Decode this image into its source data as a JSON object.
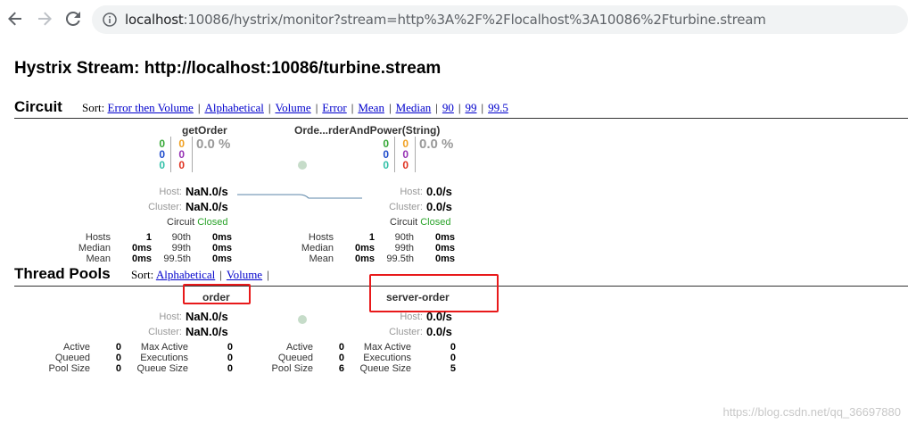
{
  "browser": {
    "url_host": "localhost",
    "url_rest": ":10086/hystrix/monitor?stream=http%3A%2F%2Flocalhost%3A10086%2Fturbine.stream"
  },
  "page_title": "Hystrix Stream: http://localhost:10086/turbine.stream",
  "circuit": {
    "title": "Circuit",
    "sort_label": "Sort:",
    "sort_links": [
      "Error then Volume",
      "Alphabetical",
      "Volume",
      "Error",
      "Mean",
      "Median",
      "90",
      "99",
      "99.5"
    ],
    "monitors": [
      {
        "name": "getOrder",
        "success": "0",
        "short_circuited": "0",
        "bad_request": "0",
        "timeout": "0",
        "rejected": "0",
        "failure": "0",
        "error_pct": "0.0 %",
        "host_label": "Host:",
        "host_rate": "NaN.0/s",
        "cluster_label": "Cluster:",
        "cluster_rate": "NaN.0/s",
        "circuit_label": "Circuit",
        "circuit_status": "Closed",
        "hosts_label": "Hosts",
        "hosts": "1",
        "median_label": "Median",
        "median": "0ms",
        "mean_label": "Mean",
        "mean": "0ms",
        "p90_label": "90th",
        "p90": "0ms",
        "p99_label": "99th",
        "p99": "0ms",
        "p995_label": "99.5th",
        "p995": "0ms"
      },
      {
        "name": "Orde...rderAndPower(String)",
        "success": "0",
        "short_circuited": "0",
        "bad_request": "0",
        "timeout": "0",
        "rejected": "0",
        "failure": "0",
        "error_pct": "0.0 %",
        "host_label": "Host:",
        "host_rate": "0.0/s",
        "cluster_label": "Cluster:",
        "cluster_rate": "0.0/s",
        "circuit_label": "Circuit",
        "circuit_status": "Closed",
        "hosts_label": "Hosts",
        "hosts": "1",
        "median_label": "Median",
        "median": "0ms",
        "mean_label": "Mean",
        "mean": "0ms",
        "p90_label": "90th",
        "p90": "0ms",
        "p99_label": "99th",
        "p99": "0ms",
        "p995_label": "99.5th",
        "p995": "0ms"
      }
    ]
  },
  "thread_pools": {
    "title": "Thread Pools",
    "sort_label": "Sort:",
    "sort_links": [
      "Alphabetical",
      "Volume"
    ],
    "pools": [
      {
        "name": "order",
        "host_label": "Host:",
        "host_rate": "NaN.0/s",
        "cluster_label": "Cluster:",
        "cluster_rate": "NaN.0/s",
        "active_label": "Active",
        "active": "0",
        "queued_label": "Queued",
        "queued": "0",
        "pool_size_label": "Pool Size",
        "pool_size": "0",
        "max_active_label": "Max Active",
        "max_active": "0",
        "executions_label": "Executions",
        "executions": "0",
        "queue_size_label": "Queue Size",
        "queue_size": "0"
      },
      {
        "name": "server-order",
        "host_label": "Host:",
        "host_rate": "0.0/s",
        "cluster_label": "Cluster:",
        "cluster_rate": "0.0/s",
        "active_label": "Active",
        "active": "0",
        "queued_label": "Queued",
        "queued": "0",
        "pool_size_label": "Pool Size",
        "pool_size": "6",
        "max_active_label": "Max Active",
        "max_active": "0",
        "executions_label": "Executions",
        "executions": "0",
        "queue_size_label": "Queue Size",
        "queue_size": "5"
      }
    ]
  },
  "watermark": "https://blog.csdn.net/qq_36697880",
  "colors": {
    "link": "#0000cc",
    "closed": "#29a329",
    "annotation_box": "#e8191a",
    "health_dot": "#c6dcc9",
    "sparkline": "#5b85a8"
  }
}
